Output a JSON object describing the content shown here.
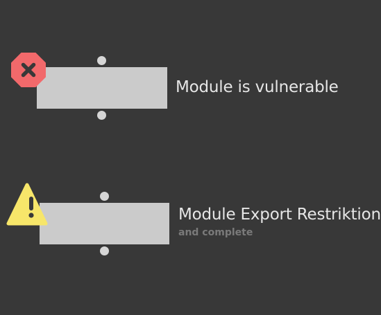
{
  "modules": [
    {
      "title": "Module is vulnerable",
      "subtitle": "",
      "status": "error",
      "status_icon": "error-octagon-icon",
      "status_color": "#f2696b"
    },
    {
      "title": "Module Export Restriktion",
      "subtitle": "and complete",
      "status": "warning",
      "status_icon": "warning-triangle-icon",
      "status_color": "#f7e66a"
    }
  ],
  "colors": {
    "background": "#383838",
    "box": "#cbcbcb",
    "port": "#d6d6d6",
    "title_text": "#e6e6e6",
    "subtitle_text": "#7a7a7a"
  }
}
